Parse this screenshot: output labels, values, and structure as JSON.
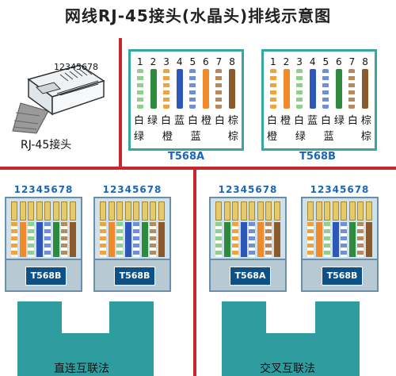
{
  "title": "网线RJ-45接头(水晶头)排线示意图",
  "plug": {
    "digits": "12345678",
    "caption": "RJ-45接头"
  },
  "pin_numbers": [
    "1",
    "2",
    "3",
    "4",
    "5",
    "6",
    "7",
    "8"
  ],
  "t568a": {
    "label": "T568A",
    "row1": [
      "白",
      "绿",
      "白",
      "蓝",
      "白",
      "橙",
      "白",
      "棕"
    ],
    "row2": [
      "绿",
      "",
      "橙",
      "",
      "蓝",
      "",
      "",
      "棕"
    ],
    "wires": [
      "#8fd18a|white",
      "#2e8b3d",
      "#f1a23b|white",
      "#2c56b8",
      "#6f8fd8|white",
      "#f08a2a",
      "#b7895f|white",
      "#8b5a2b"
    ]
  },
  "t568b": {
    "label": "T568B",
    "row1": [
      "白",
      "橙",
      "白",
      "蓝",
      "白",
      "绿",
      "白",
      "棕"
    ],
    "row2": [
      "橙",
      "",
      "绿",
      "",
      "蓝",
      "",
      "",
      "棕"
    ],
    "wires": [
      "#f1a23b|white",
      "#f08a2a",
      "#8fd18a|white",
      "#2c56b8",
      "#6f8fd8|white",
      "#2e8b3d",
      "#b7895f|white",
      "#8b5a2b"
    ]
  },
  "connectors": {
    "digits": "12345678",
    "straight_left": "T568B",
    "straight_right": "T568B",
    "cross_left": "T568A",
    "cross_right": "T568B"
  },
  "captions": {
    "straight": "直连互联法",
    "cross": "交叉互联法"
  },
  "colors": {
    "divider": "#c8252f",
    "panel_border": "#36a7a5",
    "standard_text": "#1a66b8",
    "badge": "#0d5186",
    "cable": "#2f9da0"
  }
}
